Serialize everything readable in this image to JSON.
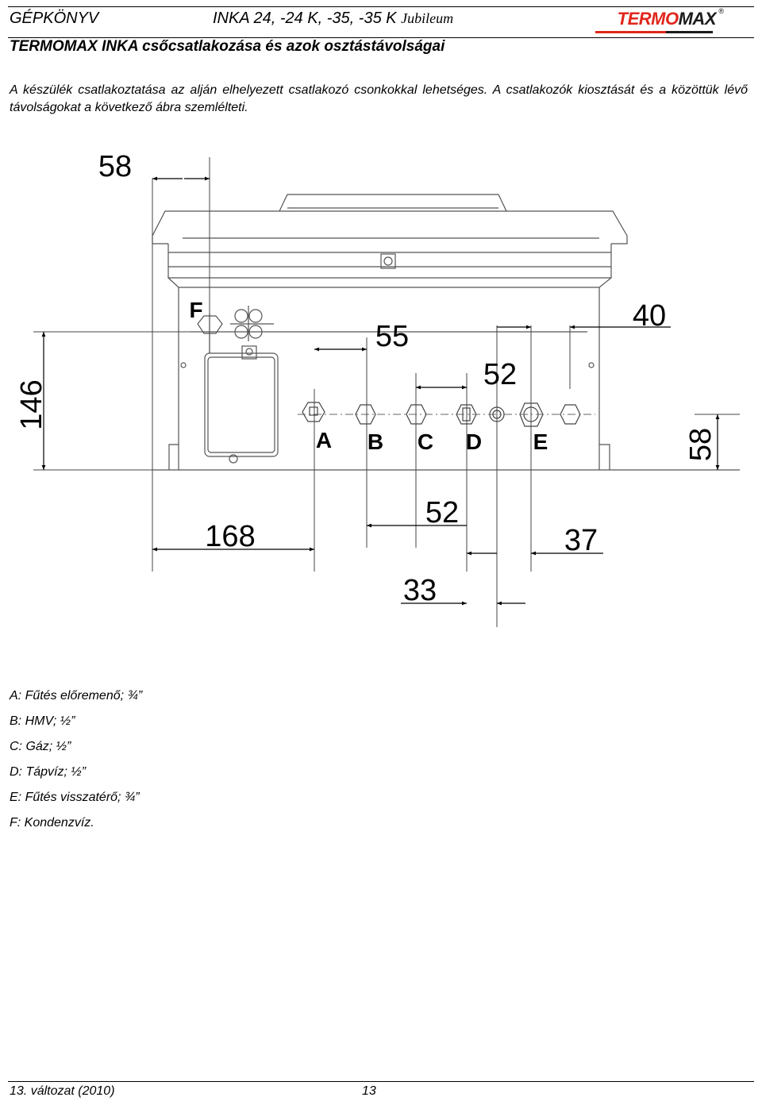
{
  "header": {
    "left": "GÉPKÖNYV",
    "model": "INKA 24, -24 K, -35, -35 K",
    "model_suffix": "Jubileum",
    "logo_part1": "TERMO",
    "logo_part2": "MAX",
    "logo_reg": "®"
  },
  "title": "TERMOMAX INKA csőcsatlakozása és azok osztástávolságai",
  "intro": "A készülék csatlakoztatása az alján elhelyezett csatlakozó csonkokkal lehetséges. A csatlakozók kiosztását és a közöttük lévő távolságokat a következő ábra szemlélteti.",
  "diagram": {
    "dims": {
      "d58_top": "58",
      "d146": "146",
      "d55": "55",
      "d52_upper": "52",
      "d40": "40",
      "d58_right": "58",
      "d168": "168",
      "d52_lower": "52",
      "d37": "37",
      "d33": "33"
    },
    "labels": {
      "F": "F",
      "A": "A",
      "B": "B",
      "C": "C",
      "D": "D",
      "E": "E"
    }
  },
  "legend": [
    "A: Fűtés előremenő; ¾”",
    "B: HMV; ½”",
    "C: Gáz; ½”",
    "D: Tápvíz; ½”",
    "E: Fűtés visszatérő; ¾”",
    "F: Kondenzvíz."
  ],
  "footer": {
    "version": "13. változat (2010)",
    "page": "13"
  }
}
